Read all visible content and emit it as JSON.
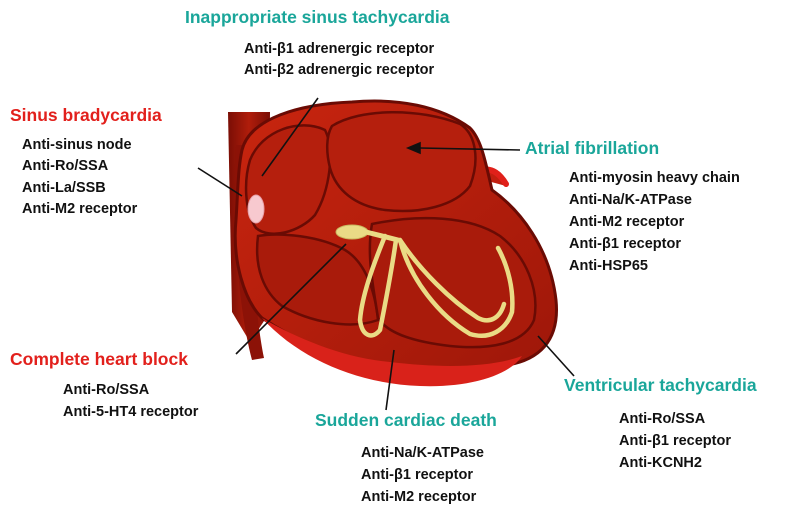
{
  "colors": {
    "heading_red": "#e2201c",
    "heading_teal": "#1aa69a",
    "antibody_text": "#111111",
    "heart_dark": "#8e1206",
    "heart_mid": "#b8230e",
    "heart_bright": "#e0201a",
    "conduction_yellow": "#eadb86"
  },
  "sections": {
    "inappropriate_sinus_tachycardia": {
      "title": "Inappropriate sinus tachycardia",
      "antibodies": [
        "Anti-β1 adrenergic receptor",
        "Anti-β2 adrenergic receptor"
      ]
    },
    "sinus_bradycardia": {
      "title": "Sinus bradycardia",
      "antibodies": [
        "Anti-sinus node",
        "Anti-Ro/SSA",
        "Anti-La/SSB",
        "Anti-M2 receptor"
      ]
    },
    "atrial_fibrillation": {
      "title": "Atrial fibrillation",
      "antibodies": [
        "Anti-myosin heavy chain",
        "Anti-Na/K-ATPase",
        "Anti-M2 receptor",
        "Anti-β1 receptor",
        "Anti-HSP65"
      ]
    },
    "complete_heart_block": {
      "title": "Complete heart block",
      "antibodies": [
        "Anti-Ro/SSA",
        "Anti-5-HT4 receptor"
      ]
    },
    "sudden_cardiac_death": {
      "title": "Sudden cardiac death",
      "antibodies": [
        "Anti-Na/K-ATPase",
        "Anti-β1 receptor",
        "Anti-M2 receptor"
      ]
    },
    "ventricular_tachycardia": {
      "title": "Ventricular tachycardia",
      "antibodies": [
        "Anti-Ro/SSA",
        "Anti-β1 receptor",
        "Anti-KCNH2"
      ]
    }
  }
}
